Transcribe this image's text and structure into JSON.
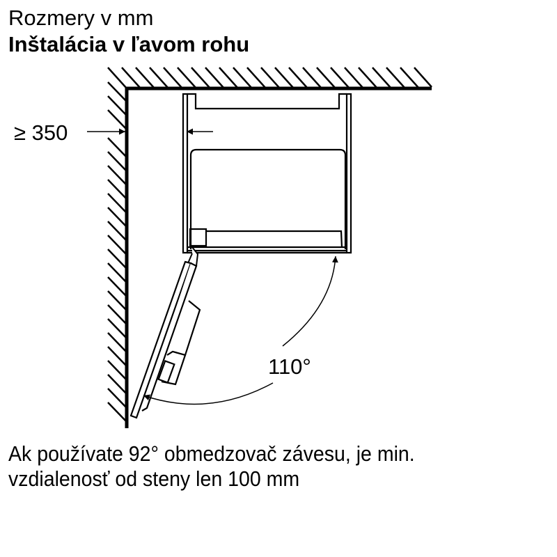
{
  "header": {
    "title": "Rozmery v mm",
    "subtitle": "Inštalácia v ľavom rohu"
  },
  "diagram": {
    "wall_clearance_label": "≥ 350",
    "door_angle_label": "110°",
    "colors": {
      "line": "#000000",
      "background": "#ffffff"
    }
  },
  "note": {
    "line1": "Ak používate 92° obmedzovač závesu, je min.",
    "line2": "vzdialenosť od steny len 100 mm"
  }
}
